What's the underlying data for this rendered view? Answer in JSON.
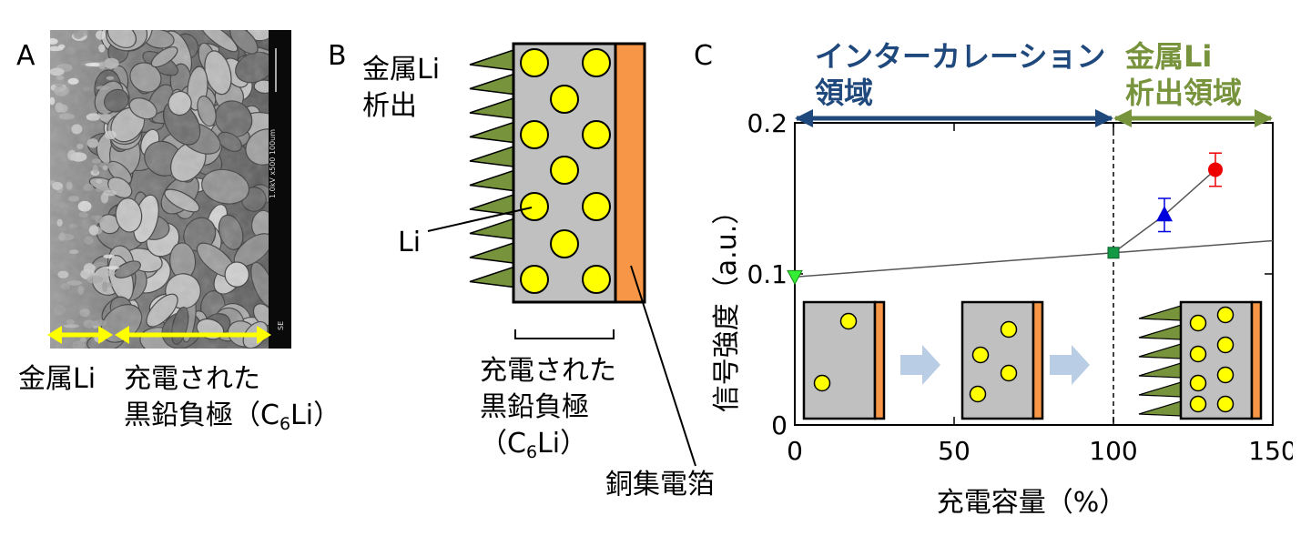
{
  "panel_a": {
    "letter": "A",
    "scale_text": "1.0kV x500  100um",
    "mode_text": "SE",
    "arrow_label_left": "金属Li",
    "arrow_label_right": "充電された",
    "arrow_label_right2": "黒鉛負極",
    "formula_open": "（C",
    "formula_sub": "6",
    "formula_close": "Li）",
    "arrow_color": "#ffff00"
  },
  "panel_b": {
    "letter": "B",
    "label_metal_line1": "金属Li",
    "label_metal_line2": "析出",
    "label_li": "Li",
    "label_anode_line1": "充電された",
    "label_anode_line2": "黒鉛負極",
    "formula_open": "（C",
    "formula_sub": "6",
    "formula_close": "Li）",
    "label_collector": "銅集電箔",
    "colors": {
      "graphite": "#c0c0c0",
      "lithium": "#ffff00",
      "copper": "#f79646",
      "dendrite": "#77933c"
    }
  },
  "panel_c": {
    "letter": "C",
    "region1_line1": "インターカレーション",
    "region1_line2": "領域",
    "region2_line1": "金属Li",
    "region2_line2": "析出領域",
    "colors": {
      "region1": "#1f497d",
      "region2": "#77933c",
      "arrow_between_insets": "#b9cde5"
    }
  },
  "chart_data": {
    "type": "scatter",
    "xlabel": "充電容量（%）",
    "ylabel": "信号強度（a.u.）",
    "xlim": [
      0,
      150
    ],
    "ylim": [
      0,
      0.2
    ],
    "x_ticks": [
      "0",
      "50",
      "100",
      "150"
    ],
    "y_ticks": [
      "0",
      "0.1",
      "0.2"
    ],
    "points": [
      {
        "x": 0,
        "y": 0.098,
        "marker": "triangle-down",
        "color": "#33ee33"
      },
      {
        "x": 100,
        "y": 0.114,
        "marker": "square",
        "color": "#119944"
      },
      {
        "x": 116,
        "y": 0.139,
        "err": 0.011,
        "marker": "triangle-up",
        "color": "#0000dd"
      },
      {
        "x": 132,
        "y": 0.169,
        "err": 0.011,
        "marker": "circle",
        "color": "#ee0000"
      }
    ],
    "trend_line": {
      "x": [
        0,
        150
      ],
      "y": [
        0.098,
        0.122
      ]
    },
    "connect_line": {
      "x": [
        100,
        116,
        132
      ],
      "y": [
        0.114,
        0.139,
        0.169
      ]
    },
    "boundary_x": 100,
    "grid": false
  }
}
